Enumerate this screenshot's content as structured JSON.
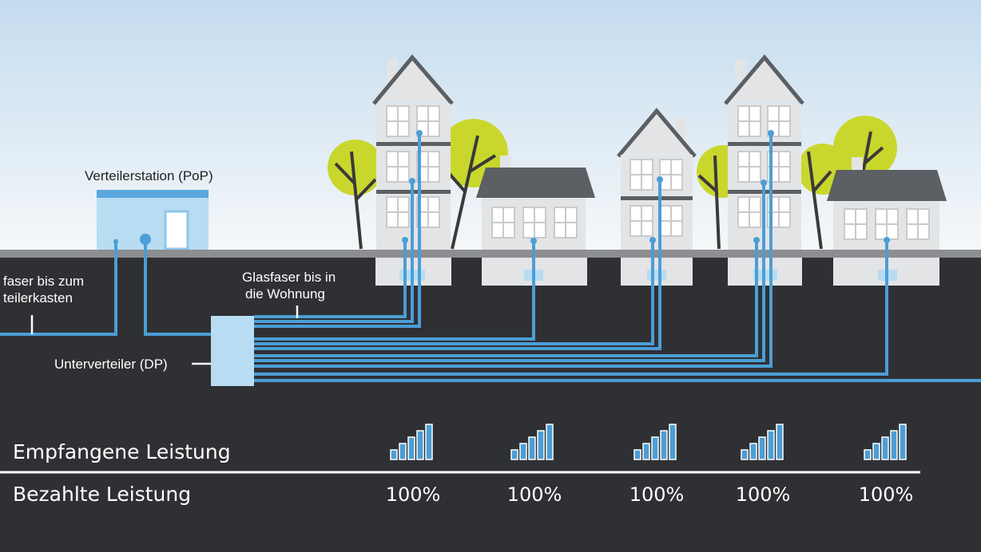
{
  "labels": {
    "pop": "Verteilerstation (PoP)",
    "feeder_line1": "faser bis zum",
    "feeder_line2": "teilerkasten",
    "home_line1": "Glasfaser bis in",
    "home_line2": "die Wohnung",
    "dp": "Unterverteiler (DP)"
  },
  "table": {
    "row1_label": "Empfangene Leistung",
    "row2_label": "Bezahlte Leistung",
    "values": [
      "100%",
      "100%",
      "100%",
      "100%",
      "100%"
    ]
  },
  "signal_level": [
    1,
    1,
    1,
    1,
    1
  ],
  "colors": {
    "fiber": "#4b9ed6",
    "underground": "#2f3033",
    "sky_top": "#c4dcef",
    "house_wall": "#e3e4e5",
    "roof": "#5c5f63",
    "tree": "#c9d72d",
    "station": "#b8dcf2"
  }
}
